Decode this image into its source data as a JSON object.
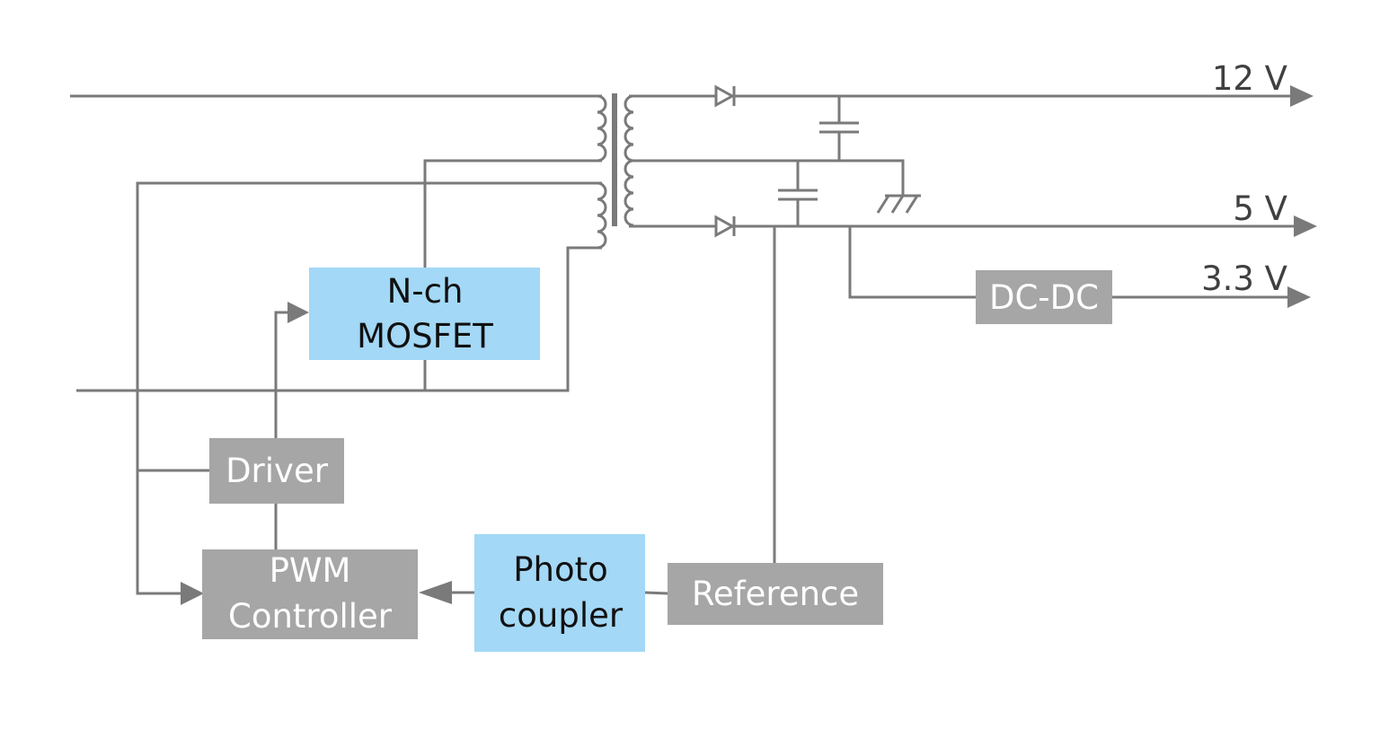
{
  "blocks": {
    "mosfet": {
      "line1": "N-ch",
      "line2": "MOSFET"
    },
    "driver": {
      "label": "Driver"
    },
    "pwm": {
      "line1": "PWM",
      "line2": "Controller"
    },
    "photocoupler": {
      "line1": "Photo",
      "line2": "coupler"
    },
    "reference": {
      "label": "Reference"
    },
    "dcdc": {
      "label": "DC-DC"
    }
  },
  "outputs": {
    "v12": "12 V",
    "v5": "5 V",
    "v33": "3.3 V"
  },
  "colors": {
    "wire": "#7a7a7a",
    "gray_block": "#a6a6a6",
    "blue_block": "#a3d8f6"
  }
}
